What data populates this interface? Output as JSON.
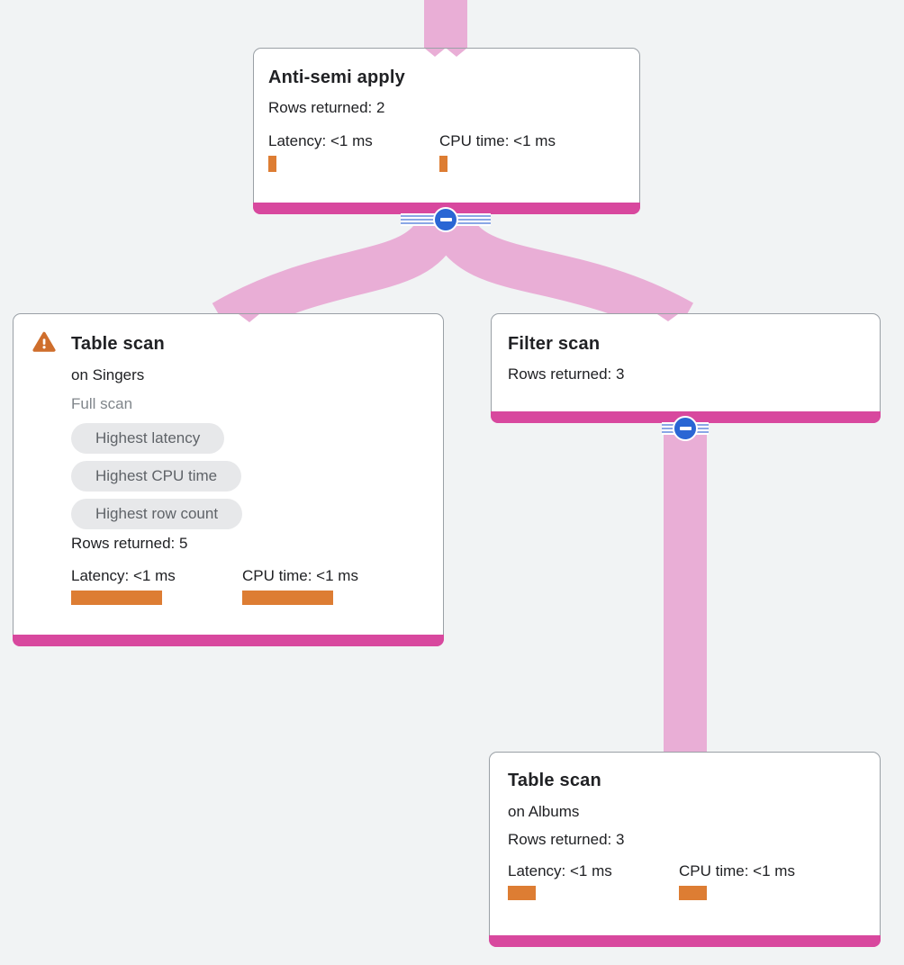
{
  "colors": {
    "background": "#f1f3f4",
    "card_border": "#9aa0a6",
    "card_bottom_bar": "#d8489e",
    "connector_pink": "#e9aed6",
    "metric_bar_orange": "#dd7d33",
    "warning_orange": "#cf6e2c",
    "collapse_button_blue": "#2a66d4",
    "stripe_blue": "#8aa7e6",
    "badge_bg": "#e7e8ea",
    "badge_text": "#5f6368",
    "text_primary": "#202124",
    "text_secondary": "#80868b"
  },
  "nodes": {
    "anti_semi_apply": {
      "title": "Anti-semi apply",
      "rows_returned": "Rows returned: 2",
      "latency_label": "Latency: <1 ms",
      "cpu_label": "CPU time: <1 ms"
    },
    "table_scan_singers": {
      "title": "Table scan",
      "subtitle": "on Singers",
      "scan_type": "Full scan",
      "badges": [
        "Highest latency",
        "Highest CPU time",
        "Highest row count"
      ],
      "rows_returned": "Rows returned: 5",
      "latency_label": "Latency: <1 ms",
      "cpu_label": "CPU time: <1 ms"
    },
    "filter_scan": {
      "title": "Filter scan",
      "rows_returned": "Rows returned: 3"
    },
    "table_scan_albums": {
      "title": "Table scan",
      "subtitle": "on Albums",
      "rows_returned": "Rows returned: 3",
      "latency_label": "Latency: <1 ms",
      "cpu_label": "CPU time: <1 ms"
    }
  }
}
